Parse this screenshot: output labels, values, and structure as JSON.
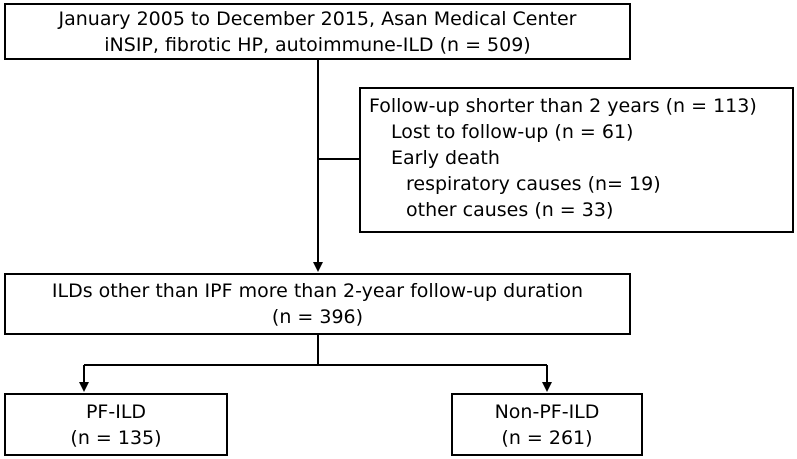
{
  "diagram": {
    "top_box": {
      "lines": [
        "January 2005 to December 2015, Asan Medical Center",
        "iNSIP, fibrotic HP, autoimmune-ILD (n = 509)"
      ]
    },
    "exclusion_box": {
      "header": "Follow-up shorter than 2 years  (n = 113)",
      "lost": "Lost to follow-up (n = 61)",
      "early_death": "Early death",
      "respiratory": "respiratory causes (n= 19)",
      "other": "other causes (n = 33)"
    },
    "middle_box": {
      "lines": [
        "ILDs other than IPF more than 2-year follow-up duration",
        "(n = 396)"
      ]
    },
    "left_box": {
      "lines": [
        "PF-ILD",
        "(n = 135)"
      ]
    },
    "right_box": {
      "lines": [
        "Non-PF-ILD",
        "(n = 261)"
      ]
    },
    "colors": {
      "stroke": "#000000",
      "background": "#ffffff"
    }
  }
}
